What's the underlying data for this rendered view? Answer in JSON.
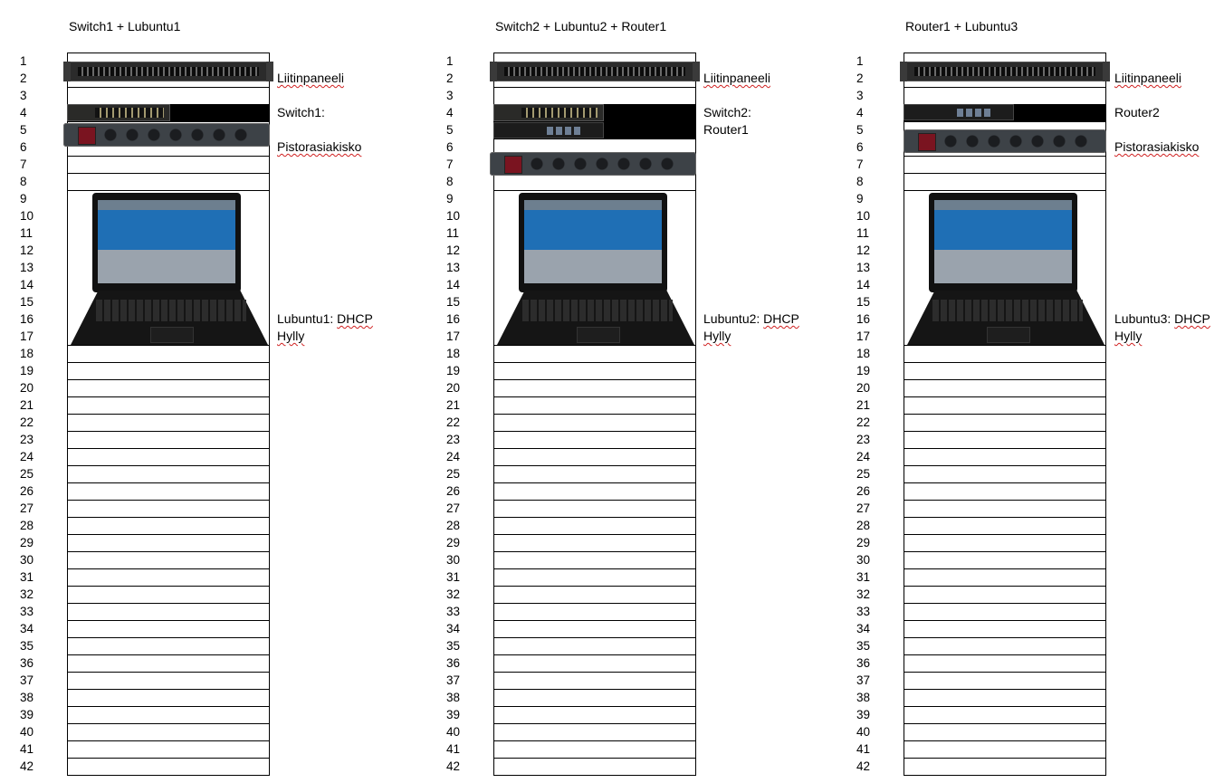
{
  "racks": [
    {
      "title": "Switch1 + Lubuntu1",
      "notes": {
        "patch_panel": "Liitinpaneeli",
        "device1": "Switch1:",
        "device2": "",
        "pdu": "Pistorasiakisko",
        "laptop_prefix": "Lubuntu1: ",
        "laptop_dhcp": "DHCP",
        "shelf": "Hylly"
      }
    },
    {
      "title": "Switch2 + Lubuntu2 + Router1",
      "notes": {
        "patch_panel": "Liitinpaneeli",
        "device1": "Switch2:",
        "device2": "Router1",
        "pdu": "",
        "laptop_prefix": "Lubuntu2: ",
        "laptop_dhcp": "DHCP",
        "shelf": "Hylly"
      }
    },
    {
      "title": "Router1 + Lubuntu3",
      "notes": {
        "patch_panel": "Liitinpaneeli",
        "device1": "Router2",
        "device2": "",
        "pdu": "Pistorasiakisko",
        "laptop_prefix": "Lubuntu3: ",
        "laptop_dhcp": "DHCP",
        "shelf": "Hylly"
      }
    }
  ],
  "units": [
    "1",
    "2",
    "3",
    "4",
    "5",
    "6",
    "7",
    "8",
    "9",
    "10",
    "11",
    "12",
    "13",
    "14",
    "15",
    "16",
    "17",
    "18",
    "19",
    "20",
    "21",
    "22",
    "23",
    "24",
    "25",
    "26",
    "27",
    "28",
    "29",
    "30",
    "31",
    "32",
    "33",
    "34",
    "35",
    "36",
    "37",
    "38",
    "39",
    "40",
    "41",
    "42"
  ],
  "icons": {
    "patch_panel": "patch-panel-icon",
    "switch": "network-switch-icon",
    "router": "router-icon",
    "power_strip": "power-strip-icon",
    "laptop": "laptop-icon"
  }
}
